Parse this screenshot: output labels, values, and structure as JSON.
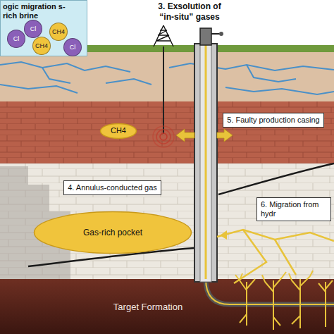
{
  "diagram": {
    "nodes": [
      {
        "text": [
          "ogic migration s-rich brine"
        ]
      },
      {
        "text": [
          "Cl"
        ],
        "in": 0
      },
      {
        "text": [
          "CH4"
        ],
        "in": 0
      },
      {
        "text": [
          "Cl"
        ],
        "in": 0
      },
      {
        "text": [
          "CH4"
        ],
        "in": 0
      },
      {
        "text": [
          "Cl"
        ],
        "in": 0
      },
      {
        "text": [
          "5. Faulty production casing"
        ]
      },
      {
        "text": [
          "CH4"
        ]
      },
      {
        "text": [
          "4. Annulus-conducted gas"
        ]
      },
      {
        "text": [
          "Gas-rich pocket"
        ]
      },
      {
        "text": [
          "6. Migration from hydr"
        ]
      }
    ],
    "labels": [
      "3. Exsolution of “in-situ” gases",
      "Target Formation"
    ]
  }
}
